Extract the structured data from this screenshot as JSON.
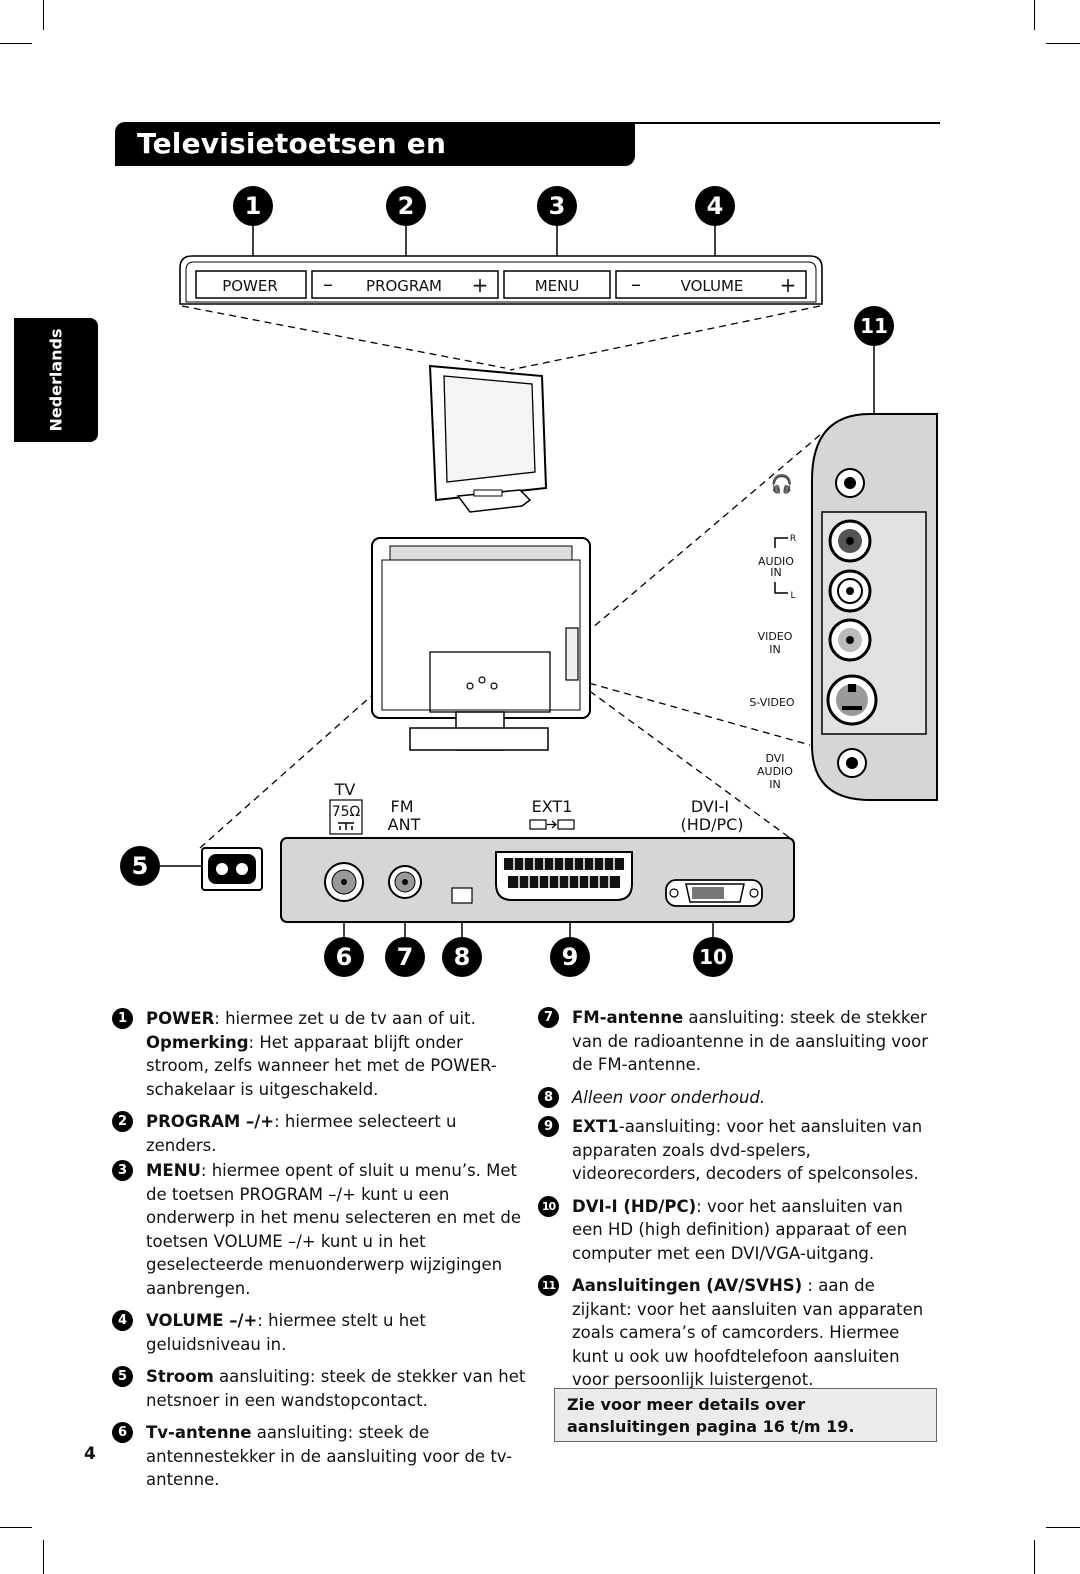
{
  "page": {
    "title": "Televisietoetsen en aansluitingen",
    "side_tab": "Nederlands",
    "page_number": "4"
  },
  "diagram": {
    "top_callouts": [
      "1",
      "2",
      "3",
      "4"
    ],
    "control_strip": {
      "power": "POWER",
      "program": "PROGRAM",
      "menu": "MENU",
      "volume": "VOLUME",
      "minus": "–",
      "plus": "+"
    },
    "side_callout": "11",
    "side_panel_labels": {
      "headphone": "🎧",
      "audio_r": "R",
      "audio_in_1": "AUDIO",
      "audio_in_2": "IN",
      "audio_l": "L",
      "video_in_1": "VIDEO",
      "video_in_2": "IN",
      "svideo": "S-VIDEO",
      "dvi_audio_1": "DVI",
      "dvi_audio_2": "AUDIO",
      "dvi_audio_3": "IN"
    },
    "rear_panel_labels": {
      "tv": "TV",
      "ohm": "75Ω",
      "fm": "FM",
      "ant": "ANT",
      "ext1": "EXT1",
      "dvi": "DVI-I",
      "hdpc": "(HD/PC)"
    },
    "bottom_callouts": [
      "5",
      "6",
      "7",
      "8",
      "9",
      "10"
    ]
  },
  "left_items": [
    {
      "num": "1",
      "bold": "POWER",
      "text": ": hiermee zet u de tv aan of uit.",
      "bold2": "Opmerking",
      "text2": ": Het apparaat blijft onder stroom, zelfs wanneer het met de POWER-schakelaar is uitgeschakeld."
    },
    {
      "num": "2",
      "bold": "PROGRAM –/+",
      "text": ": hiermee selecteert u zenders."
    },
    {
      "num": "3",
      "bold": "MENU",
      "text": ": hiermee opent of sluit u menu’s. Met de toetsen PROGRAM –/+ kunt u een onderwerp in het menu selecteren en met de toetsen VOLUME –/+ kunt u in het geselecteerde menuonderwerp wijzigingen aanbrengen."
    },
    {
      "num": "4",
      "bold": "VOLUME –/+",
      "text": ": hiermee stelt u het geluidsniveau in."
    },
    {
      "num": "5",
      "bold": "Stroom",
      "text": " aansluiting: steek de stekker van het netsnoer in een wandstopcontact."
    },
    {
      "num": "6",
      "bold": "Tv-antenne",
      "text": " aansluiting: steek de antennestekker in de aansluiting voor de tv-antenne."
    }
  ],
  "right_items": [
    {
      "num": "7",
      "bold": "FM-antenne",
      "text": " aansluiting: steek de stekker van de radioantenne in de aansluiting voor de FM-antenne."
    },
    {
      "num": "8",
      "italic": "Alleen voor onderhoud."
    },
    {
      "num": "9",
      "bold": "EXT1",
      "text": "-aansluiting: voor het aansluiten van apparaten zoals dvd-spelers, videorecorders, decoders of spelconsoles."
    },
    {
      "num": "10",
      "bold": "DVI-I (HD/PC)",
      "text": ": voor het aansluiten van een HD (high definition) apparaat of een computer met een DVI/VGA-uitgang."
    },
    {
      "num": "11",
      "bold": "Aansluitingen (AV/SVHS)",
      "text": " : aan de zijkant: voor het aansluiten van apparaten zoals camera’s of camcorders. Hiermee kunt u ook uw hoofdtelefoon aansluiten voor persoonlijk luistergenot."
    }
  ],
  "note": "Zie voor meer details over aansluitingen pagina 16 t/m 19."
}
